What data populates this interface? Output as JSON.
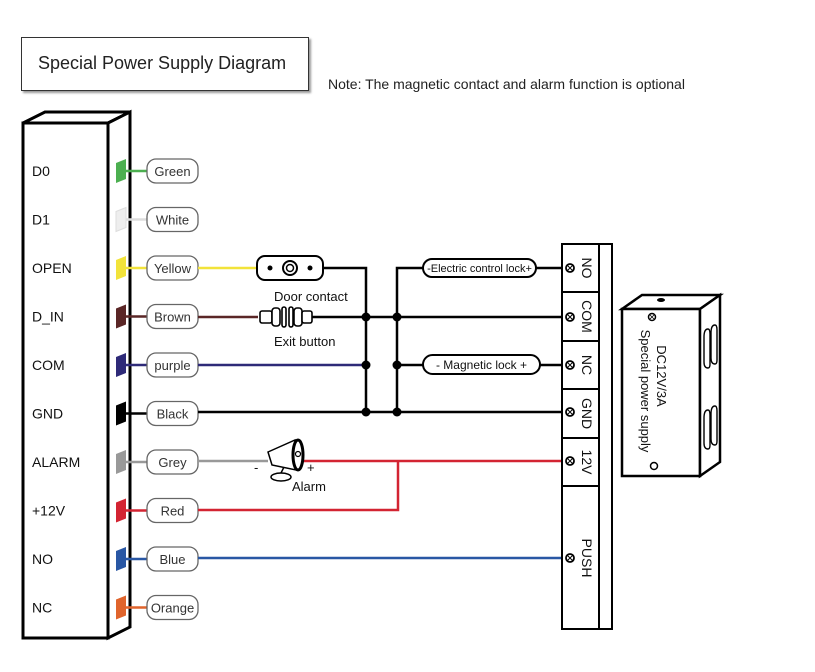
{
  "title": "Special Power Supply Diagram",
  "note": "Note: The magnetic contact and alarm function is optional",
  "controller": {
    "terminals": [
      {
        "pin": "D0",
        "wire": "Green",
        "color": "#4caf50"
      },
      {
        "pin": "D1",
        "wire": "White",
        "color": "#eeeeee"
      },
      {
        "pin": "OPEN",
        "wire": "Yellow",
        "color": "#f2e33a"
      },
      {
        "pin": "D_IN",
        "wire": "Brown",
        "color": "#5a2626"
      },
      {
        "pin": "COM",
        "wire": "purple",
        "color": "#2e2a78"
      },
      {
        "pin": "GND",
        "wire": "Black",
        "color": "#000000"
      },
      {
        "pin": "ALARM",
        "wire": "Grey",
        "color": "#999999"
      },
      {
        "pin": "+12V",
        "wire": "Red",
        "color": "#d32432"
      },
      {
        "pin": "NO",
        "wire": "Blue",
        "color": "#2957a4"
      },
      {
        "pin": "NC",
        "wire": "Orange",
        "color": "#e0642c"
      }
    ]
  },
  "components": {
    "door_contact": "Door contact",
    "exit_button": "Exit button",
    "alarm": "Alarm",
    "alarm_minus": "-",
    "alarm_plus": "+",
    "electric_lock": "-Electric control lock+",
    "magnetic_lock": "- Magnetic lock +"
  },
  "relay_block": {
    "terminals": [
      "NO",
      "COM",
      "NC",
      "GND",
      "12V",
      "PUSH"
    ]
  },
  "power_supply": {
    "line1": "DC12V/3A",
    "line2": "Special power supply"
  }
}
